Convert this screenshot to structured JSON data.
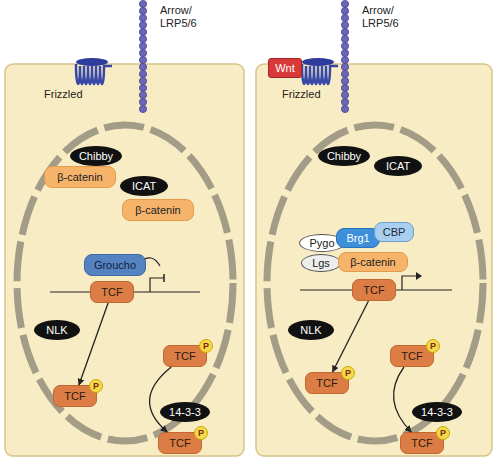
{
  "diagram": {
    "nodes": [
      {
        "text": [
          "Chibby"
        ]
      },
      {
        "text": [
          "β-catenin"
        ]
      },
      {
        "text": [
          "ICAT"
        ]
      },
      {
        "text": [
          "β-catenin"
        ]
      },
      {
        "text": [
          "Groucho"
        ]
      },
      {
        "text": [
          "TCF"
        ]
      },
      {
        "text": [
          "NLK"
        ]
      },
      {
        "text": [
          "TCF"
        ]
      },
      {
        "text": [
          "P"
        ],
        "in": 7
      },
      {
        "text": [
          "TCF"
        ]
      },
      {
        "text": [
          "P"
        ],
        "in": 9
      },
      {
        "text": [
          "14-3-3"
        ]
      },
      {
        "text": [
          "TCF"
        ]
      },
      {
        "text": [
          "P"
        ],
        "in": 12
      },
      {
        "text": [
          "Wnt"
        ]
      },
      {
        "text": [
          "Chibby"
        ]
      },
      {
        "text": [
          "ICAT"
        ]
      },
      {
        "text": [
          "Pygo"
        ]
      },
      {
        "text": [
          "Brg1"
        ]
      },
      {
        "text": [
          "CBP"
        ]
      },
      {
        "text": [
          "Lgs"
        ]
      },
      {
        "text": [
          "β-catenin"
        ]
      },
      {
        "text": [
          "TCF"
        ]
      },
      {
        "text": [
          "NLK"
        ]
      },
      {
        "text": [
          "TCF"
        ]
      },
      {
        "text": [
          "P"
        ],
        "in": 24
      },
      {
        "text": [
          "TCF"
        ]
      },
      {
        "text": [
          "P"
        ],
        "in": 26
      },
      {
        "text": [
          "14-3-3"
        ]
      },
      {
        "text": [
          "TCF"
        ]
      },
      {
        "text": [
          "P"
        ],
        "in": 29
      }
    ],
    "edges": [
      {
        "from": 5,
        "to": 9,
        "arrow": "to"
      },
      {
        "from": 7,
        "to": 12,
        "arrow": "to"
      },
      {
        "from": 22,
        "to": 26,
        "arrow": "to"
      },
      {
        "from": 24,
        "to": 29,
        "arrow": "to"
      }
    ],
    "labels": [
      "Arrow/ LRP5/6",
      "Frizzled",
      "Arrow/ LRP5/6",
      "Frizzled"
    ]
  }
}
